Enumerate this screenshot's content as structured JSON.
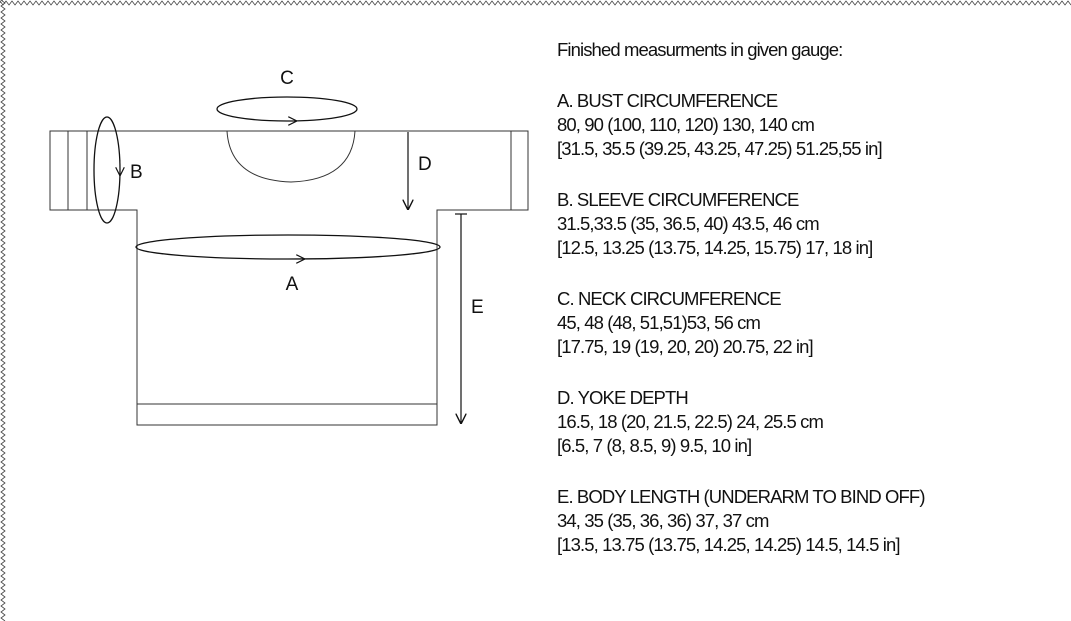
{
  "heading": "Finished measurments in given gauge:",
  "diagram_labels": {
    "a": "A",
    "b": "B",
    "c": "C",
    "d": "D",
    "e": "E"
  },
  "measurements": [
    {
      "title": "A.  BUST CIRCUMFERENCE",
      "cm": "80, 90 (100, 110, 120) 130, 140 cm",
      "inches": "[31.5, 35.5 (39.25, 43.25, 47.25) 51.25,55 in]"
    },
    {
      "title": "B.  SLEEVE CIRCUMFERENCE",
      "cm": "31.5,33.5 (35, 36.5, 40) 43.5, 46 cm",
      "inches": "[12.5, 13.25 (13.75, 14.25, 15.75) 17, 18 in]"
    },
    {
      "title": "C.  NECK CIRCUMFERENCE",
      "cm": "45, 48 (48, 51,51)53, 56 cm",
      "inches": "[17.75, 19 (19, 20, 20) 20.75, 22 in]"
    },
    {
      "title": "D.  YOKE DEPTH",
      "cm": "16.5, 18 (20, 21.5, 22.5) 24, 25.5 cm",
      "inches": "[6.5, 7 (8, 8.5, 9) 9.5, 10 in]"
    },
    {
      "title": "E.  BODY LENGTH (UNDERARM TO BIND OFF)",
      "cm": "34, 35 (35, 36, 36) 37, 37 cm",
      "inches": "[13.5, 13.75 (13.75, 14.25, 14.25) 14.5, 14.5 in]"
    }
  ]
}
